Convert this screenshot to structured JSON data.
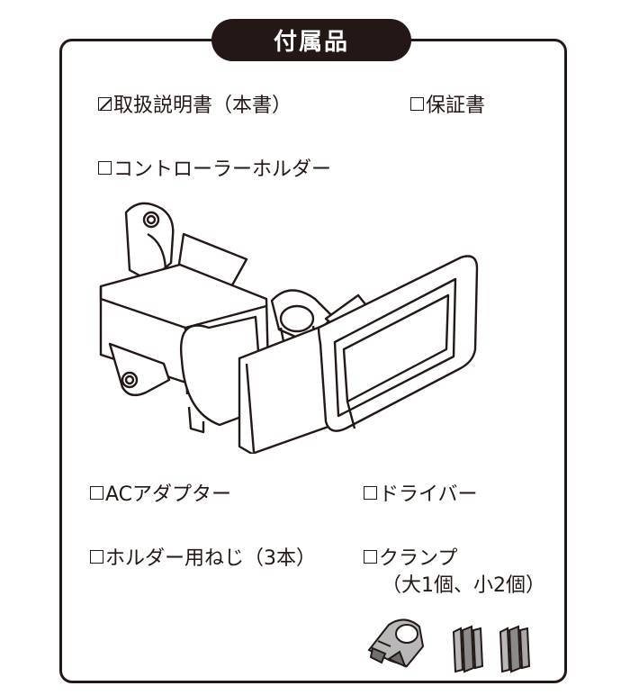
{
  "title": "付属品",
  "items": [
    {
      "label": "取扱説明書（本書）",
      "checked": true
    },
    {
      "label": "保証書",
      "checked": false
    },
    {
      "label": "コントローラーホルダー",
      "checked": false
    },
    {
      "label": "ACアダプター",
      "checked": false
    },
    {
      "label": "ドライバー",
      "checked": false
    },
    {
      "label": "ホルダー用ねじ（3本）",
      "checked": false
    },
    {
      "label": "クランプ",
      "sublabel": "（大1個、小2個）",
      "checked": false
    }
  ]
}
